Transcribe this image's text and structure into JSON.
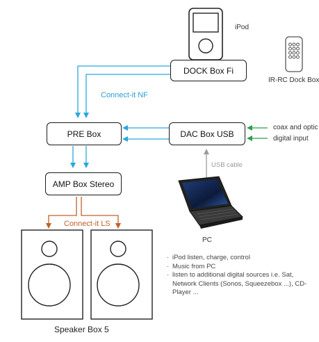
{
  "devices": {
    "ipod": "iPod",
    "remote": "IR-RC Dock Box",
    "pc": "PC",
    "speaker": "Speaker Box 5"
  },
  "boxes": {
    "dock": "DOCK Box Fi",
    "pre": "PRE Box",
    "dac": "DAC Box USB",
    "amp": "AMP Box Stereo"
  },
  "connections": {
    "nf": "Connect-it NF",
    "ls": "Connect-it LS",
    "usb": "USB cable",
    "digital_in_1": "coax and optic",
    "digital_in_2": "digital input"
  },
  "notes": [
    "iPod listen, charge, control",
    "Music from PC",
    "listen to additional digital sources i.e. Sat, Network Clients (Sonos, Squeezebox ...), CD-Player ..."
  ],
  "colors": {
    "nf_wire": "#2aa7dc",
    "ls_wire": "#c0602a",
    "digital_wire": "#2f9e4a",
    "usb_wire": "#9a9a9a"
  }
}
